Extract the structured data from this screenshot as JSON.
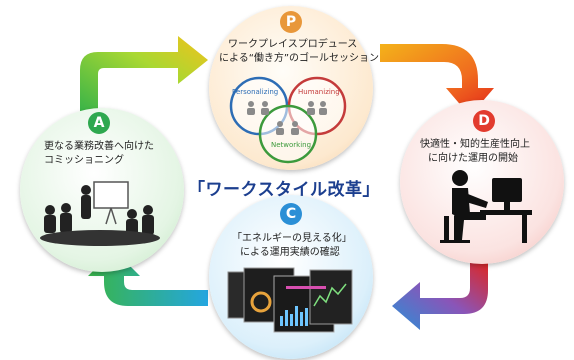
{
  "center_title": "「ワークスタイル改革」",
  "phases": {
    "P": {
      "badge": "P",
      "line1": "ワークプレイスプロデュース",
      "line2": "による“働き方”のゴールセッション"
    },
    "D": {
      "badge": "D",
      "line1": "快適性・知的生産性向上",
      "line2": "に向けた運用の開始"
    },
    "C": {
      "badge": "C",
      "line1": "「エネルギーの見える化」",
      "line2": "による運用実績の確認"
    },
    "A": {
      "badge": "A",
      "line1": "更なる業務改善へ向けた",
      "line2": "コミッショニング"
    }
  },
  "venn": {
    "personalizing": "Personalizing",
    "humanizing": "Humanizing",
    "networking": "Networking"
  },
  "colors": {
    "P": "#e8973a",
    "D": "#e23b2e",
    "C": "#2b8fd6",
    "A": "#2ea84f",
    "title": "#1c3f8f"
  },
  "icons": [
    "arrow-a-to-p",
    "arrow-p-to-d",
    "arrow-d-to-c",
    "arrow-c-to-a",
    "meeting-icon",
    "desk-worker-icon",
    "dashboard-screens-icon",
    "people-icon"
  ]
}
